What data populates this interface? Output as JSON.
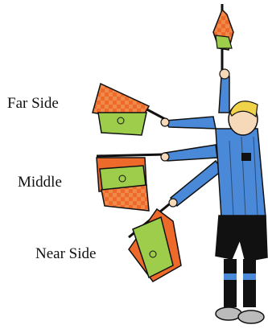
{
  "labels": {
    "far_side": "Far Side",
    "middle": "Middle",
    "near_side": "Near Side"
  },
  "colors": {
    "flag_orange": "#ee6a2a",
    "flag_green": "#9dcd4a",
    "shirt_blue": "#4a88d8",
    "shorts_black": "#111111",
    "skin": "#f6d9b8",
    "hair": "#f1d34a",
    "outline": "#111111"
  }
}
